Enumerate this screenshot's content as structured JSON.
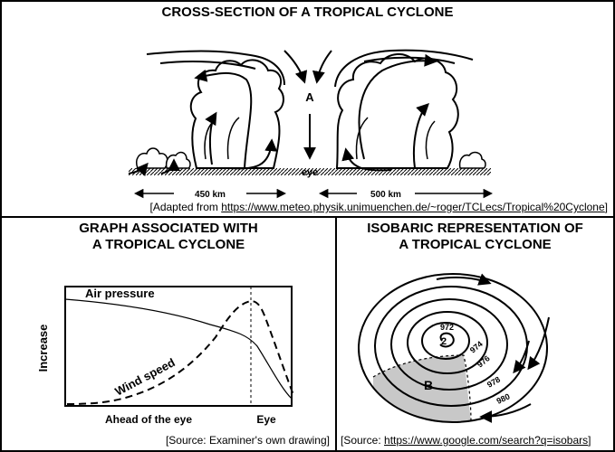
{
  "top": {
    "title": "CROSS-SECTION OF A TROPICAL CYCLONE",
    "label_A": "A",
    "label_eye": "eye",
    "dist_left": "450 km",
    "dist_right": "500 km",
    "source_prefix": "[Adapted from ",
    "source_link": "https://www.meteo.physik.unimuenchen.de/~roger/TCLecs/Tropical%20Cyclone",
    "source_suffix": "]"
  },
  "graph": {
    "title_line1": "GRAPH ASSOCIATED WITH",
    "title_line2": "A TROPICAL CYCLONE",
    "ylabel": "Increase",
    "xlabel_left": "Ahead of the eye",
    "xlabel_right": "Eye",
    "curve1_label": "Air pressure",
    "curve2_label": "Wind speed",
    "source": "[Source: Examiner's own drawing]"
  },
  "isobar": {
    "title_line1": "ISOBARIC REPRESENTATION OF",
    "title_line2": "A TROPICAL CYCLONE",
    "values": [
      "972",
      "974",
      "976",
      "978",
      "980"
    ],
    "center_label": "2",
    "region_label": "B",
    "source_prefix": "[Source: ",
    "source_link": "https://www.google.com/search?q=isobars",
    "source_suffix": "]"
  }
}
